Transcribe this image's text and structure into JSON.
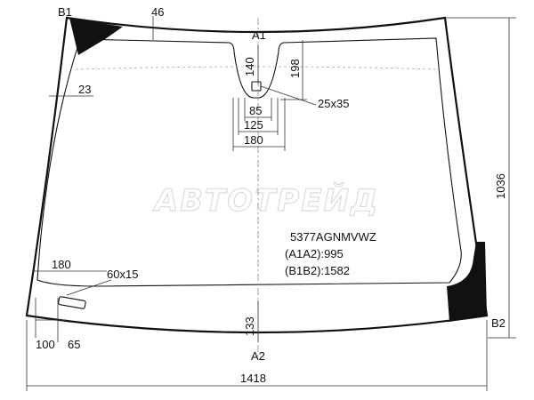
{
  "points": {
    "a1": "A1",
    "a2": "A2",
    "b1": "B1",
    "b2": "B2"
  },
  "dimensions": {
    "top_band": "46",
    "side_margin": "23",
    "bracket_height": "140",
    "sensor_zone_height": "198",
    "sensor_size": "25x35",
    "bracket_w1": "85",
    "bracket_w2": "125",
    "bracket_w3": "180",
    "total_height": "1036",
    "total_width": "1418",
    "bottom_band": "133",
    "left_lower": "180",
    "marking": "60x15",
    "corner_a": "100",
    "corner_b": "65"
  },
  "part": {
    "code": "5377AGNMVWZ",
    "a1a2": "(A1A2):995",
    "b1b2": "(B1B2):1582"
  },
  "watermark": "АВТОТРЕЙД"
}
